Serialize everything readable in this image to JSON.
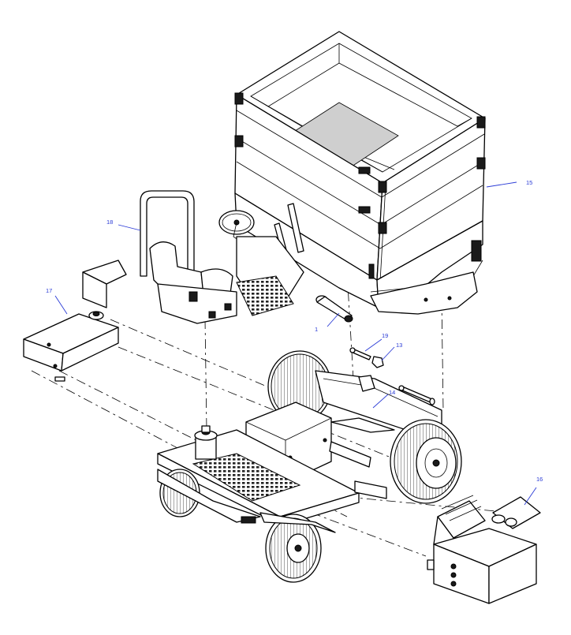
{
  "callouts": {
    "c1": "1",
    "c13": "13",
    "c14": "14",
    "c15": "15",
    "c16": "16",
    "c17": "17",
    "c18": "18",
    "c19": "19"
  },
  "colors": {
    "callout": "#2a3bd6",
    "line": "#000000"
  }
}
